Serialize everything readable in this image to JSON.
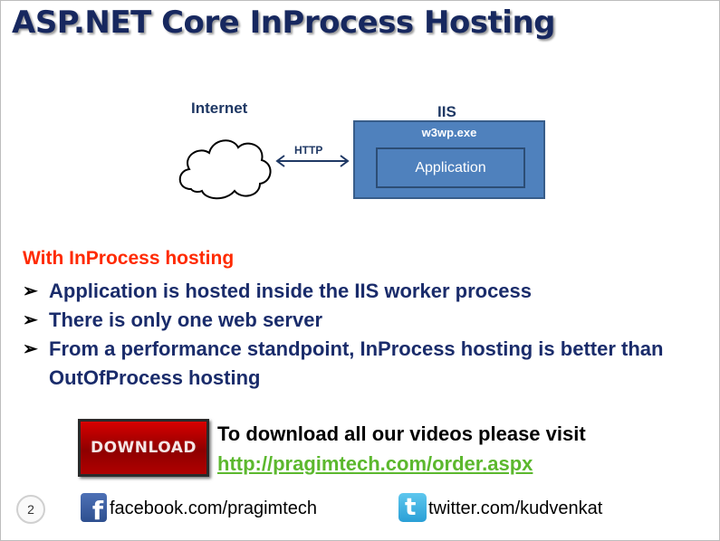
{
  "slide": {
    "title": "ASP.NET Core InProcess Hosting",
    "page_number": "2"
  },
  "diagram": {
    "internet_label": "Internet",
    "iis_label": "IIS",
    "process_label": "w3wp.exe",
    "application_label": "Application",
    "http_label": "HTTP"
  },
  "content": {
    "intro": "With InProcess hosting",
    "bullets": [
      "Application is hosted inside the IIS worker process",
      "There is only one web server",
      "From a performance standpoint, InProcess hosting is better than OutOfProcess hosting"
    ]
  },
  "download": {
    "button_label": "DOWNLOAD",
    "text": "To download all our videos please visit",
    "link": "http://pragimtech.com/order.aspx"
  },
  "social": {
    "facebook_icon": "facebook-icon",
    "facebook": "facebook.com/pragimtech",
    "twitter_icon": "twitter-icon",
    "twitter": "twitter.com/kudvenkat"
  },
  "colors": {
    "title": "#17285f",
    "intro": "#ff2a00",
    "bullet_text": "#1a2c6b",
    "iis_box": "#4f81bd",
    "link": "#5cb82e"
  }
}
